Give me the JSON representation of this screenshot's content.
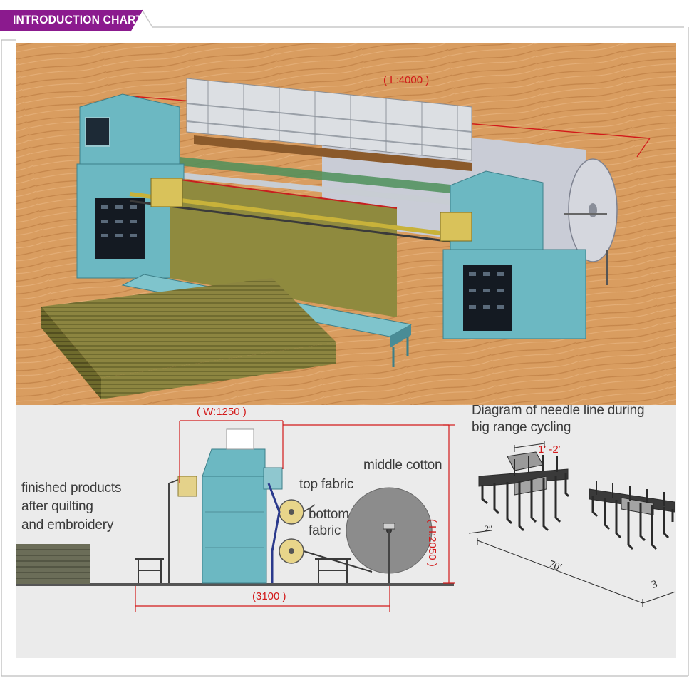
{
  "header": {
    "title": "INTRODUCTION CHART",
    "color": "#8b1a8e"
  },
  "top_view": {
    "length_label": "( L:4000 )"
  },
  "side_view": {
    "width_label": "( W:1250 )",
    "height_label": "( H:2050 )",
    "depth_label": "(3100 )",
    "finished_products_lines": [
      "finished products",
      "after quilting",
      "and embroidery"
    ],
    "top_fabric": "top fabric",
    "bottom_fabric_lines": [
      "bottom",
      "fabric"
    ],
    "middle_cotton": "middle cotton"
  },
  "needle_diagram": {
    "title_lines": [
      "Diagram of needle line during",
      "big range cycling"
    ],
    "dim_small_top": "1′ -2′",
    "dim_small": "2″",
    "dim_long": "70′",
    "dim_end": "3"
  },
  "colors": {
    "machine_teal": "#6cb8c2",
    "fabric_olive": "#8f8a3e",
    "wood_floor": "#d89a5c",
    "dimension_red": "#d21919"
  }
}
